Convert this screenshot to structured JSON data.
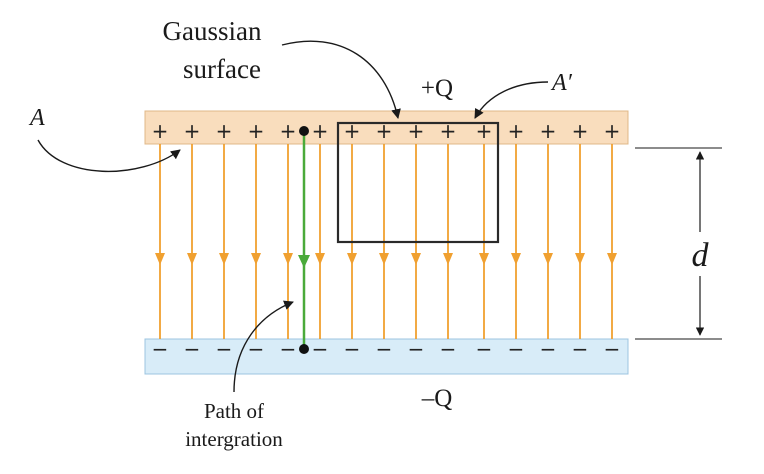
{
  "labels": {
    "gaussian_line1": "Gaussian",
    "gaussian_line2": "surface",
    "plate_A": "A",
    "area_A_prime": "A′",
    "charge_top": "+Q",
    "charge_bottom": "–Q",
    "separation": "d",
    "path_line1": "Path of",
    "path_line2": "intergration"
  },
  "plates": {
    "top_sign": "+",
    "bottom_sign": "−",
    "top_color": "#f9ddbd",
    "bottom_color": "#d8ecf8"
  },
  "colors": {
    "field_lines": "#f0a030",
    "integration_path": "#4aaa3a",
    "gaussian_box": "#2a2a2a",
    "pointer": "#1a1a1a"
  }
}
